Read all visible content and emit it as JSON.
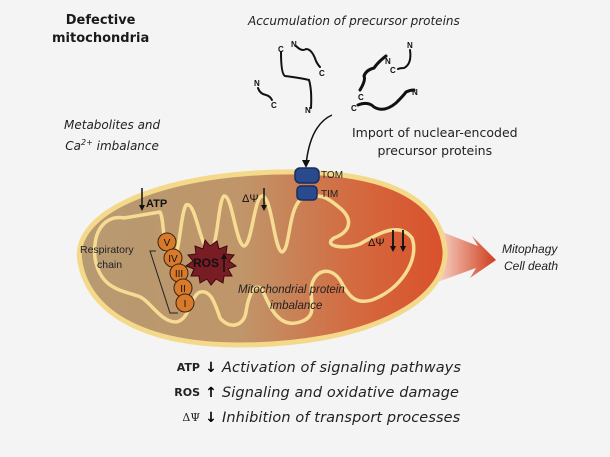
{
  "title": {
    "line1": "Defective",
    "line2": "mitochondria"
  },
  "labels": {
    "accumulation": "Accumulation of precursor proteins",
    "metabolites_line1": "Metabolites and",
    "metabolites_ca": "Ca",
    "metabolites_sup": "2+",
    "metabolites_line2": " imbalance",
    "import_line1": "Import of nuclear-encoded",
    "import_line2": "precursor proteins",
    "tom": "TOM",
    "tim": "TIM",
    "atp": "ATP",
    "delta_psi": "ΔΨ",
    "respiratory_line1": "Respiratory",
    "respiratory_line2": "chain",
    "ros": "ROS",
    "mito_protein_line1": "Mitochondrial protein",
    "mito_protein_line2": "imbalance",
    "outcome_line1": "Mitophagy",
    "outcome_line2": "Cell death"
  },
  "protein_termini": {
    "n": "N",
    "c": "C"
  },
  "complexes": [
    "V",
    "IV",
    "III",
    "II",
    "I"
  ],
  "legend": [
    {
      "key": "ATP",
      "arrow": "down",
      "text": "Activation of signaling pathways"
    },
    {
      "key": "ROS",
      "arrow": "up",
      "text": "Signaling and oxidative  damage"
    },
    {
      "key": "ΔΨ",
      "arrow": "down",
      "text": "Inhibition of transport processes"
    }
  ],
  "colors": {
    "background": "#f4f4f4",
    "outer_membrane": "#f5d98a",
    "matrix_left": "#b99a6d",
    "matrix_right": "#d9502b",
    "cristae": "#f6dc93",
    "complex_fill": "#d97a2b",
    "ros_fill": "#7a1c23",
    "tom_tim": "#2a4a8e",
    "outcome_arrow": "#d9502b"
  }
}
